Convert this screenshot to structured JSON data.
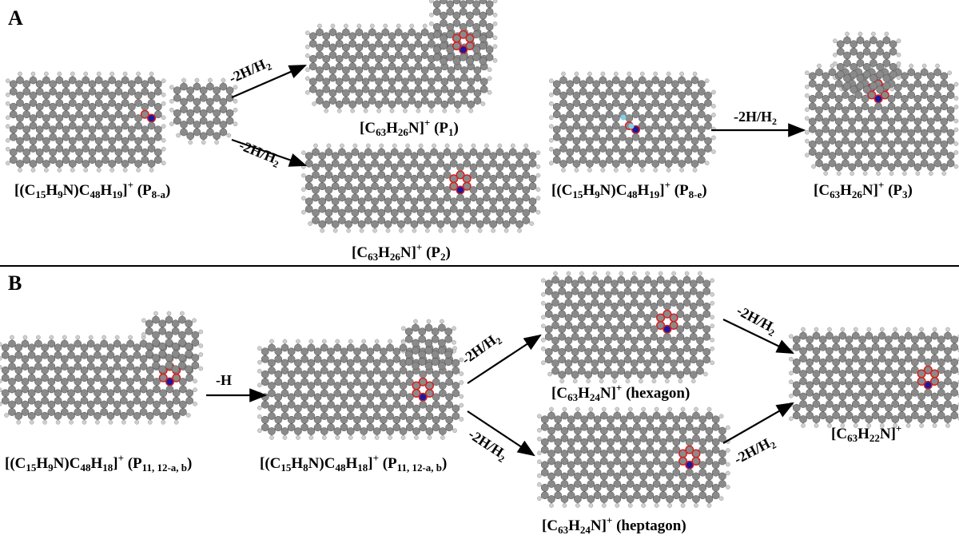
{
  "panels": {
    "a": "A",
    "b": "B"
  },
  "reaction_label_2H": [
    {
      "t": "-2H/H"
    },
    {
      "t": "2",
      "s": "sub"
    }
  ],
  "reaction_label_H": [
    {
      "t": "-H"
    }
  ],
  "labels": {
    "p8a": [
      {
        "t": "[(C"
      },
      {
        "t": "15",
        "s": "sub"
      },
      {
        "t": "H"
      },
      {
        "t": "9",
        "s": "sub"
      },
      {
        "t": "N)C"
      },
      {
        "t": "48",
        "s": "sub"
      },
      {
        "t": "H"
      },
      {
        "t": "19",
        "s": "sub"
      },
      {
        "t": "]"
      },
      {
        "t": "+",
        "s": "sup"
      },
      {
        "t": " (P"
      },
      {
        "t": "8-a",
        "s": "sub"
      },
      {
        "t": ")"
      }
    ],
    "p1": [
      {
        "t": "[C"
      },
      {
        "t": "63",
        "s": "sub"
      },
      {
        "t": "H"
      },
      {
        "t": "26",
        "s": "sub"
      },
      {
        "t": "N]"
      },
      {
        "t": "+",
        "s": "sup"
      },
      {
        "t": " (P"
      },
      {
        "t": "1",
        "s": "sub"
      },
      {
        "t": ")"
      }
    ],
    "p2": [
      {
        "t": "[C"
      },
      {
        "t": "63",
        "s": "sub"
      },
      {
        "t": "H"
      },
      {
        "t": "26",
        "s": "sub"
      },
      {
        "t": "N]"
      },
      {
        "t": "+",
        "s": "sup"
      },
      {
        "t": " (P"
      },
      {
        "t": "2",
        "s": "sub"
      },
      {
        "t": ")"
      }
    ],
    "p8e": [
      {
        "t": "[(C"
      },
      {
        "t": "15",
        "s": "sub"
      },
      {
        "t": "H"
      },
      {
        "t": "9",
        "s": "sub"
      },
      {
        "t": "N)C"
      },
      {
        "t": "48",
        "s": "sub"
      },
      {
        "t": "H"
      },
      {
        "t": "19",
        "s": "sub"
      },
      {
        "t": "]"
      },
      {
        "t": "+",
        "s": "sup"
      },
      {
        "t": " (P"
      },
      {
        "t": "8-e",
        "s": "sub"
      },
      {
        "t": ")"
      }
    ],
    "p3": [
      {
        "t": "[C"
      },
      {
        "t": "63",
        "s": "sub"
      },
      {
        "t": "H"
      },
      {
        "t": "26",
        "s": "sub"
      },
      {
        "t": "N]"
      },
      {
        "t": "+",
        "s": "sup"
      },
      {
        "t": " (P"
      },
      {
        "t": "3",
        "s": "sub"
      },
      {
        "t": ")"
      }
    ],
    "p11a": [
      {
        "t": "[(C"
      },
      {
        "t": "15",
        "s": "sub"
      },
      {
        "t": "H"
      },
      {
        "t": "9",
        "s": "sub"
      },
      {
        "t": "N)C"
      },
      {
        "t": "48",
        "s": "sub"
      },
      {
        "t": "H"
      },
      {
        "t": "18",
        "s": "sub"
      },
      {
        "t": "]"
      },
      {
        "t": "+",
        "s": "sup"
      },
      {
        "t": " (P"
      },
      {
        "t": "11, 12-a, b",
        "s": "sub"
      },
      {
        "t": ")"
      }
    ],
    "p11b": [
      {
        "t": "[(C"
      },
      {
        "t": "15",
        "s": "sub"
      },
      {
        "t": "H"
      },
      {
        "t": "8",
        "s": "sub"
      },
      {
        "t": "N)C"
      },
      {
        "t": "48",
        "s": "sub"
      },
      {
        "t": "H"
      },
      {
        "t": "18",
        "s": "sub"
      },
      {
        "t": "]"
      },
      {
        "t": "+",
        "s": "sup"
      },
      {
        "t": " (P"
      },
      {
        "t": "11, 12-a, b",
        "s": "sub"
      },
      {
        "t": ")"
      }
    ],
    "hexagon": [
      {
        "t": "[C"
      },
      {
        "t": "63",
        "s": "sub"
      },
      {
        "t": "H"
      },
      {
        "t": "24",
        "s": "sub"
      },
      {
        "t": "N]"
      },
      {
        "t": "+",
        "s": "sup"
      },
      {
        "t": " (hexagon)"
      }
    ],
    "heptagon": [
      {
        "t": "[C"
      },
      {
        "t": "63",
        "s": "sub"
      },
      {
        "t": "H"
      },
      {
        "t": "24",
        "s": "sub"
      },
      {
        "t": "N]"
      },
      {
        "t": "+",
        "s": "sup"
      },
      {
        "t": " (heptagon)"
      }
    ],
    "final": [
      {
        "t": "[C"
      },
      {
        "t": "63",
        "s": "sub"
      },
      {
        "t": "H"
      },
      {
        "t": "22",
        "s": "sub"
      },
      {
        "t": "N]"
      },
      {
        "t": "+",
        "s": "sup"
      }
    ]
  },
  "colors": {
    "carbon": "#8a8a8a",
    "hydrogen": "#cfcfcf",
    "nitrogen": "#1a1aa0",
    "ring_highlight": "#d42020",
    "bond": "#b0b0b0",
    "marked_h": "#7fd0e8"
  }
}
